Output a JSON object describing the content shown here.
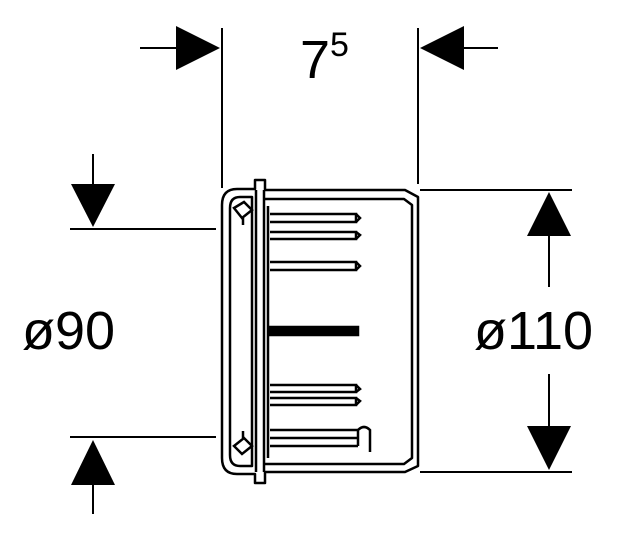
{
  "dimensions": {
    "width_label": {
      "base": "7",
      "superscript": "5"
    },
    "inner_diameter_label": "ø90",
    "outer_diameter_label": "ø110"
  },
  "colors": {
    "line": "#000000",
    "background": "#ffffff"
  }
}
